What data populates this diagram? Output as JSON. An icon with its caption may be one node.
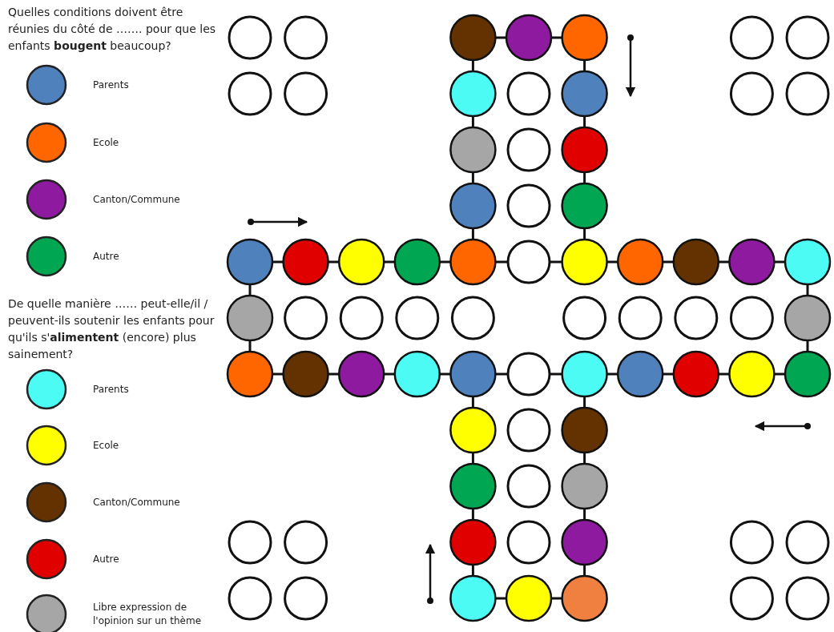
{
  "diagram": {
    "labels": [
      "Quelles conditions doivent être réunies du côté de …….  pour que les enfants **bougent** beaucoup?",
      "De quelle manière …… peut-elle/il / peuvent-ils soutenir les enfants pour qu'ils s'**alimentent** (encore) plus sainement?"
    ],
    "legend": [
      {
        "text": "Parents",
        "color": "#4f81bd"
      },
      {
        "text": "Ecole",
        "color": "#ff6600"
      },
      {
        "text": "Canton/Commune",
        "color": "#8e1aa0"
      },
      {
        "text": "Autre",
        "color": "#00a651"
      },
      {
        "text": "Parents",
        "color": "#4dfbf5"
      },
      {
        "text": "Ecole",
        "color": "#ffff00"
      },
      {
        "text": "Canton/Commune",
        "color": "#643200"
      },
      {
        "text": "Autre",
        "color": "#e00000"
      },
      {
        "text": "Libre expression de l'opinion sur un thème",
        "color": "#a6a6a6"
      }
    ]
  }
}
